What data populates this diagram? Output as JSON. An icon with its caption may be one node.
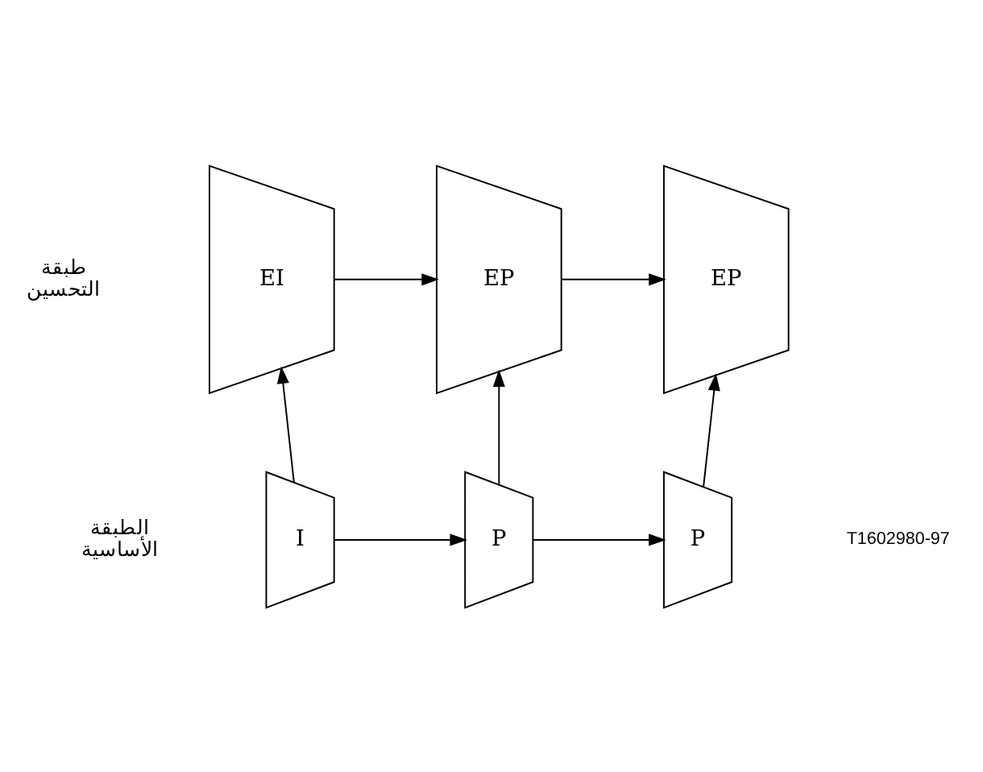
{
  "diagram": {
    "nodes": [
      {
        "text": [
          "EI"
        ]
      },
      {
        "text": [
          "EP"
        ]
      },
      {
        "text": [
          "EP"
        ]
      },
      {
        "text": [
          "I"
        ]
      },
      {
        "text": [
          "P"
        ]
      },
      {
        "text": [
          "P"
        ]
      }
    ],
    "edges": [
      {
        "from": 0,
        "to": 1,
        "arrow": "to"
      },
      {
        "from": 1,
        "to": 2,
        "arrow": "to"
      },
      {
        "from": 3,
        "to": 0,
        "arrow": "to"
      },
      {
        "from": 4,
        "to": 1,
        "arrow": "to"
      },
      {
        "from": 5,
        "to": 2,
        "arrow": "to"
      },
      {
        "from": 3,
        "to": 4,
        "arrow": "to"
      },
      {
        "from": 4,
        "to": 5,
        "arrow": "to"
      }
    ],
    "labels": [
      "طبقة التحسين",
      "الطبقة الأساسية",
      "T1602980-97"
    ]
  }
}
